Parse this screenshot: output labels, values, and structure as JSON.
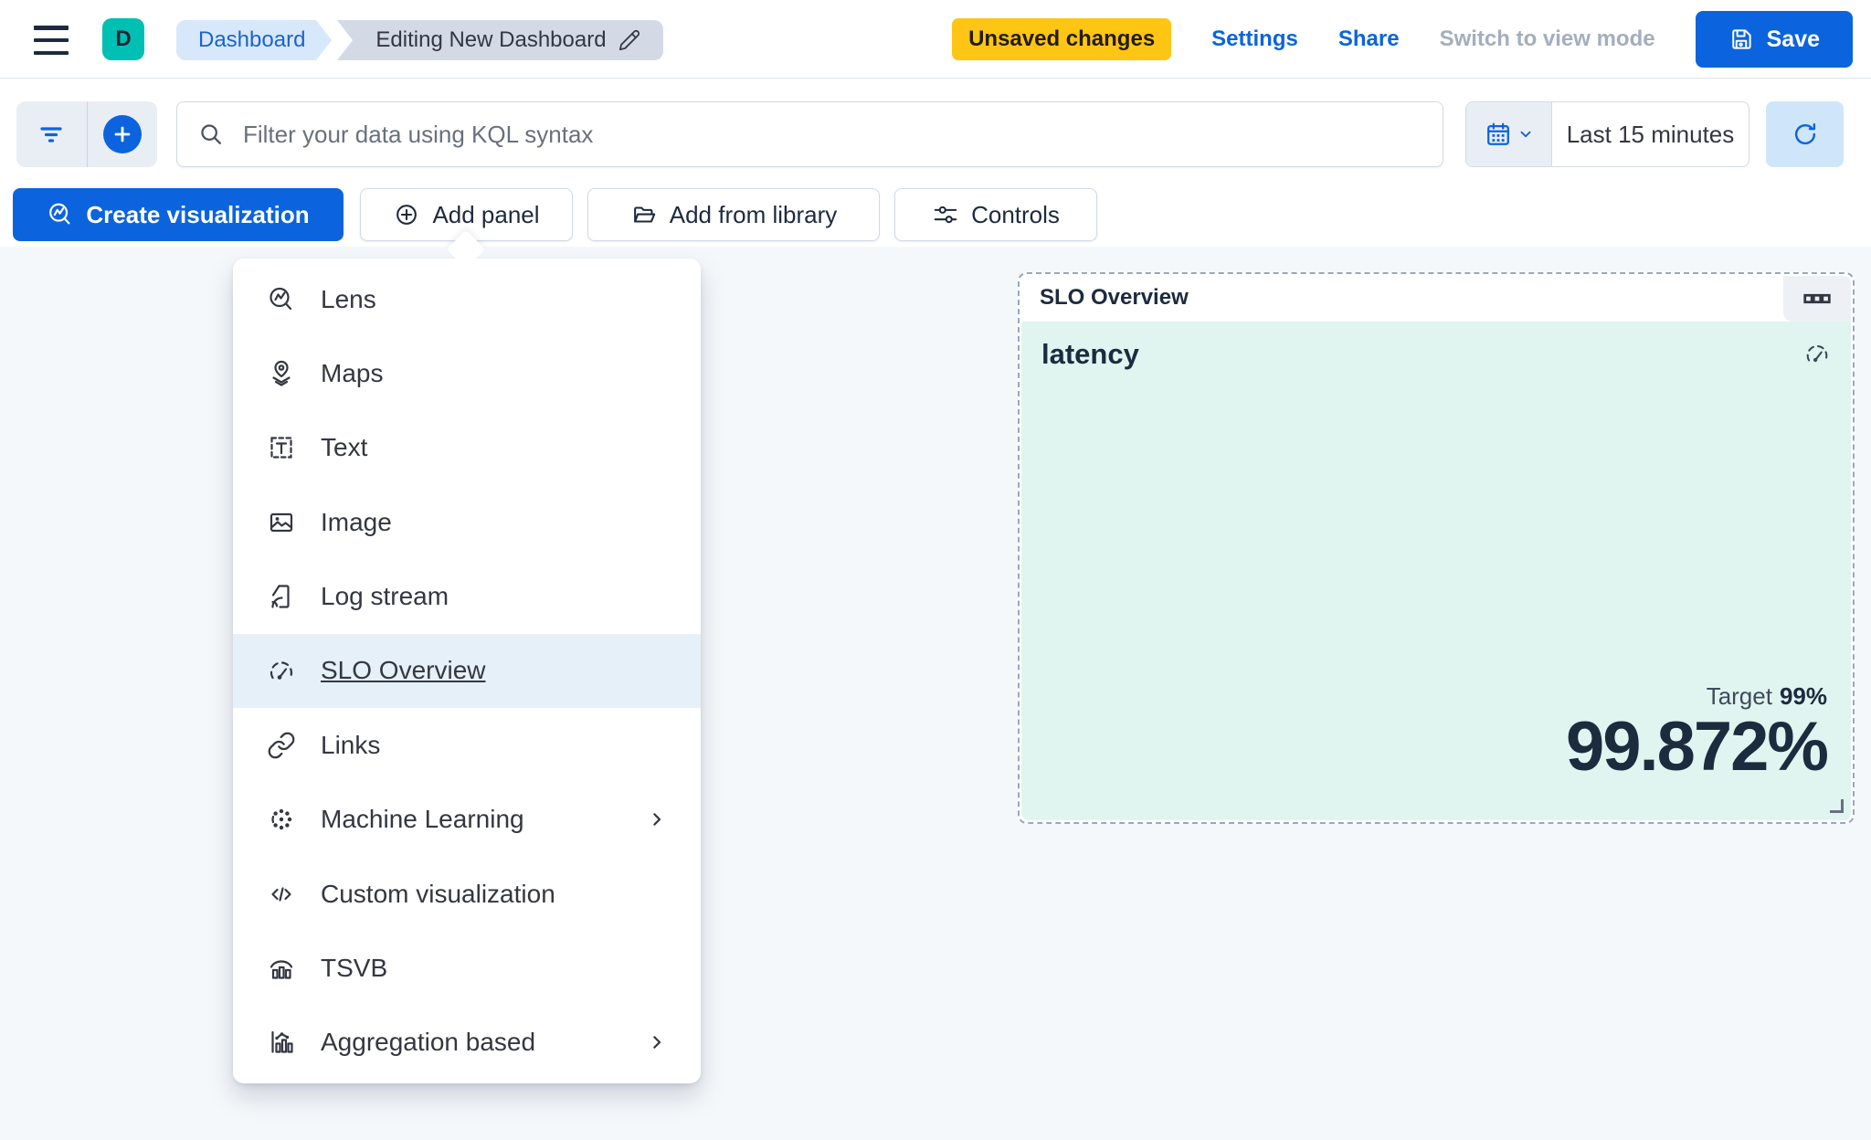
{
  "colors": {
    "primary_blue": "#0b64dd",
    "teal_logo": "#00bfb3",
    "warning_badge": "#fec514",
    "panel_mint": "#e0f5f0",
    "menu_highlight": "#e6f0f9",
    "canvas_bg": "#f5f8fb"
  },
  "header": {
    "logo_letter": "D",
    "breadcrumbs": [
      {
        "label": "Dashboard"
      },
      {
        "label": "Editing New Dashboard"
      }
    ],
    "badge": "Unsaved changes",
    "links": [
      {
        "label": "Settings"
      },
      {
        "label": "Share"
      },
      {
        "label": "Switch to view mode",
        "disabled": true
      }
    ],
    "save_label": "Save"
  },
  "filter_bar": {
    "kql_placeholder": "Filter your data using KQL syntax",
    "time_range": "Last 15 minutes"
  },
  "toolbar": {
    "create_visualization": "Create visualization",
    "add_panel": "Add panel",
    "add_from_library": "Add from library",
    "controls": "Controls"
  },
  "add_panel_menu": {
    "items": [
      {
        "label": "Lens",
        "icon": "lens-icon"
      },
      {
        "label": "Maps",
        "icon": "maps-icon"
      },
      {
        "label": "Text",
        "icon": "text-icon"
      },
      {
        "label": "Image",
        "icon": "image-icon"
      },
      {
        "label": "Log stream",
        "icon": "log-stream-icon"
      },
      {
        "label": "SLO Overview",
        "icon": "slo-gauge-icon",
        "highlighted": true
      },
      {
        "label": "Links",
        "icon": "links-icon"
      },
      {
        "label": "Machine Learning",
        "icon": "machine-learning-icon",
        "submenu": true
      },
      {
        "label": "Custom visualization",
        "icon": "code-icon"
      },
      {
        "label": "TSVB",
        "icon": "tsvb-icon"
      },
      {
        "label": "Aggregation based",
        "icon": "aggregation-icon",
        "submenu": true
      }
    ]
  },
  "slo_panel": {
    "header_title": "SLO Overview",
    "metric_title": "latency",
    "target_label": "Target",
    "target_value": "99%",
    "value": "99.872%"
  }
}
